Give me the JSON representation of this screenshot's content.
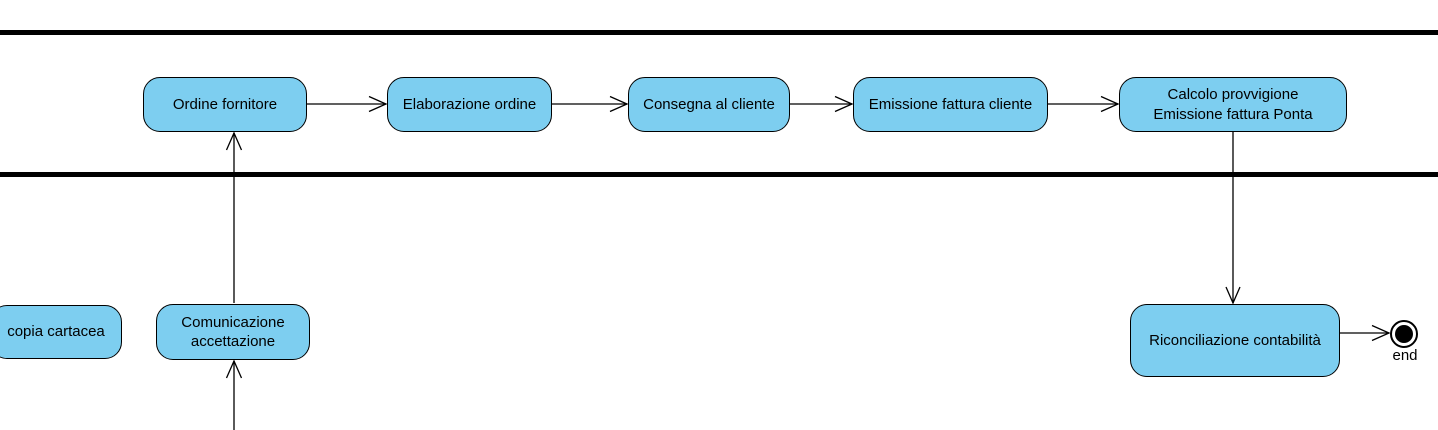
{
  "diagram": {
    "type": "uml-activity-swimlane",
    "colors": {
      "background": "#ffffff",
      "node_fill": "#7DCEF0",
      "node_border": "#000000",
      "lane_divider": "#000000",
      "text": "#000000"
    },
    "nodes": [
      {
        "id": "copia-cartacea",
        "label": "copia cartacea"
      },
      {
        "id": "ordine-fornitore",
        "label": "Ordine fornitore"
      },
      {
        "id": "elaborazione-ordine",
        "label": "Elaborazione ordine"
      },
      {
        "id": "consegna-al-cliente",
        "label": "Consegna al cliente"
      },
      {
        "id": "emissione-fattura-cliente",
        "label": "Emissione fattura cliente"
      },
      {
        "id": "calcolo-provvigione",
        "label": "Calcolo provvigione\nEmissione fattura Ponta"
      },
      {
        "id": "comunicazione-accettazione",
        "label": "Comunicazione\naccettazione"
      },
      {
        "id": "riconciliazione-contabilita",
        "label": "Riconciliazione contabilità"
      }
    ],
    "edges": [
      {
        "from": "offscreen-bottom",
        "to": "comunicazione-accettazione"
      },
      {
        "from": "comunicazione-accettazione",
        "to": "ordine-fornitore"
      },
      {
        "from": "ordine-fornitore",
        "to": "elaborazione-ordine"
      },
      {
        "from": "elaborazione-ordine",
        "to": "consegna-al-cliente"
      },
      {
        "from": "consegna-al-cliente",
        "to": "emissione-fattura-cliente"
      },
      {
        "from": "emissione-fattura-cliente",
        "to": "calcolo-provvigione"
      },
      {
        "from": "calcolo-provvigione",
        "to": "riconciliazione-contabilita"
      },
      {
        "from": "riconciliazione-contabilita",
        "to": "end"
      }
    ],
    "end_state": {
      "label": "end"
    }
  }
}
